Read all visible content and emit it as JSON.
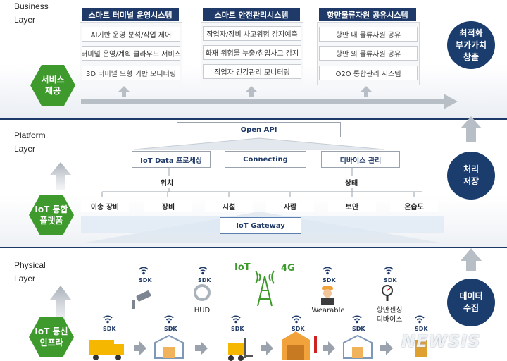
{
  "layers": {
    "business": "Business\nLayer",
    "platform": "Platform\nLayer",
    "physical": "Physical\nLayer"
  },
  "hexagons": {
    "service": "서비스\n제공",
    "platform": "IoT 통합\n플랫폼",
    "infra": "IoT 통신\n인프라"
  },
  "circles": {
    "value": "최적화\n부가가치\n창출",
    "process": "처리\n저장",
    "data": "데이터\n수집"
  },
  "services": [
    {
      "title": "스마트 터미널 운영시스템",
      "items": [
        "AI기반 운영 분석/작업 제어",
        "터미널 운영/계획 클라우드 서비스",
        "3D 터미널 모형 기반 모니터링"
      ]
    },
    {
      "title": "스마트 안전관리시스템",
      "items": [
        "작업자/장비 사고위험 감지예측",
        "화재 위험물 누출/침입사고 감지",
        "작업자 건강관리 모니터링"
      ]
    },
    {
      "title": "항만물류자원 공유시스템",
      "items": [
        "항만 내 물류자원 공유",
        "항만 외 물류자원 공유",
        "O2O 통합관리 시스템"
      ]
    }
  ],
  "platform": {
    "open_api": "Open API",
    "iot_data": "IoT Data 프로세싱",
    "connecting": "Connecting",
    "device_mgmt": "디바이스 관리",
    "location": "위치",
    "status": "상태",
    "categories": [
      "이송 장비",
      "장비",
      "시설",
      "사람",
      "보안",
      "온습도"
    ],
    "gateway": "IoT Gateway"
  },
  "physical": {
    "sdk": "SDK",
    "iot": "IoT",
    "network": "4G",
    "hud": "HUD",
    "wearable": "Wearable",
    "port_sensing": "항만센싱\n디바이스"
  },
  "watermark": "NEWSIS",
  "colors": {
    "navy": "#1f3a68",
    "green": "#3e9a2c",
    "circle": "#1b3d6e"
  }
}
